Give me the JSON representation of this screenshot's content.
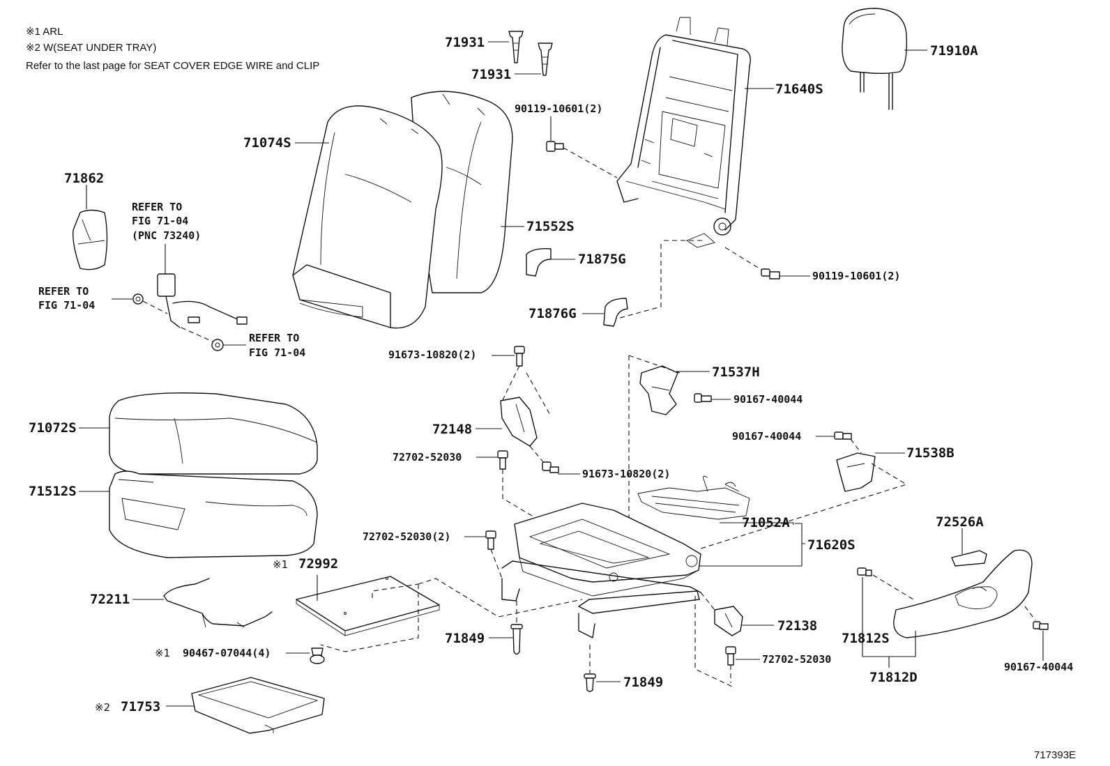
{
  "notes": {
    "n1": "※1 ARL",
    "n2": "※2 W(SEAT UNDER TRAY)",
    "n3": "Refer to the last page for SEAT COVER EDGE WIRE and CLIP"
  },
  "labels": {
    "p71931a": "71931",
    "p71931b": "71931",
    "p71910A": "71910A",
    "p71640S": "71640S",
    "p90119a": "90119-10601(2)",
    "p90119b": "90119-10601(2)",
    "p71074S": "71074S",
    "p71552S": "71552S",
    "p71862": "71862",
    "p71875G": "71875G",
    "p71876G": "71876G",
    "p91673a": "91673-10820(2)",
    "p91673b": "91673-10820(2)",
    "p72148": "72148",
    "p71537H": "71537H",
    "p90167a": "90167-40044",
    "p90167b": "90167-40044",
    "p90167c": "90167-40044",
    "p71538B": "71538B",
    "p71072S": "71072S",
    "p71512S": "71512S",
    "p72702a": "72702-52030",
    "p72702b": "72702-52030(2)",
    "p72702c": "72702-52030",
    "p71052A": "71052A",
    "p71620S": "71620S",
    "p72526A": "72526A",
    "p72992": "72992",
    "p72211": "72211",
    "p71849a": "71849",
    "p71849b": "71849",
    "p72138": "72138",
    "p71812S": "71812S",
    "p71812D": "71812D",
    "p90467": "90467-07044(4)",
    "p71753": "71753"
  },
  "marks": {
    "m1a": "※1",
    "m1b": "※1",
    "m2": "※2"
  },
  "refers": {
    "r1": [
      "REFER TO",
      "FIG 71-04",
      "(PNC 73240)"
    ],
    "r2": [
      "REFER TO",
      "FIG 71-04"
    ],
    "r3": [
      "REFER TO",
      "FIG 71-04"
    ]
  },
  "footer": {
    "code": "717393E"
  }
}
